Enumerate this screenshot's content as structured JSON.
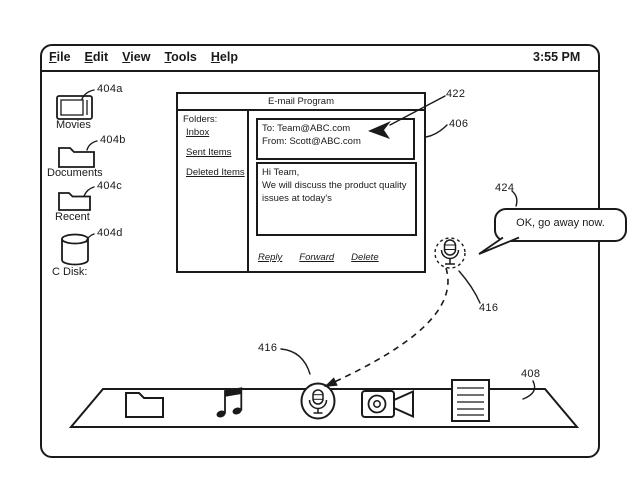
{
  "menu_bar": {
    "items": [
      "File",
      "Edit",
      "View",
      "Tools",
      "Help"
    ],
    "clock": "3:55 PM"
  },
  "desktop_icons": [
    {
      "label": "Movies",
      "ref": "404a",
      "icon": "monitor-icon"
    },
    {
      "label": "Documents",
      "ref": "404b",
      "icon": "folder-icon"
    },
    {
      "label": "Recent",
      "ref": "404c",
      "icon": "folder-icon"
    },
    {
      "label": "C Disk:",
      "ref": "404d",
      "icon": "disk-cylinder-icon"
    }
  ],
  "email": {
    "title": "E-mail Program",
    "ref": "406",
    "cursor_ref": "422",
    "folders_heading": "Folders:",
    "folders": [
      {
        "label": "Inbox"
      },
      {
        "label": "Sent Items"
      },
      {
        "label": "Deleted Items"
      }
    ],
    "to": "To: Team@ABC.com",
    "from": "From: Scott@ABC.com",
    "body": "Hi Team,\nWe will discuss the product quality\nissues at today's",
    "actions": [
      {
        "label": "Reply"
      },
      {
        "label": "Forward"
      },
      {
        "label": "Delete"
      }
    ]
  },
  "callout": {
    "text": "OK, go away now.",
    "ref": "424"
  },
  "mic": {
    "floating_ref": "416",
    "dock_ref": "416"
  },
  "dock": {
    "ref": "408",
    "icons": [
      {
        "name": "folder-icon"
      },
      {
        "name": "music-note-icon"
      },
      {
        "name": "microphone-icon"
      },
      {
        "name": "video-camera-icon"
      },
      {
        "name": "document-icon"
      }
    ]
  }
}
